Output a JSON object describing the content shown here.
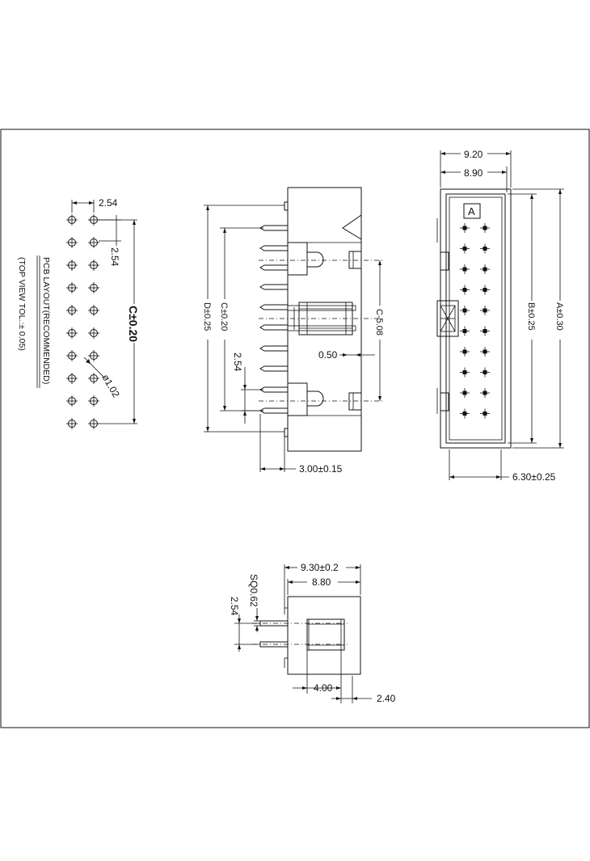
{
  "pcb_layout": {
    "note_line1": "PCB LAYOUT(RECOMMENDED)",
    "note_line2": "(TOP VIEW TOL.:± 0.05)",
    "pitch_top": "2.54",
    "pitch_side": "2.54",
    "hole_diameter": "ø1.02",
    "span": "C±0.20"
  },
  "side_view": {
    "dim_d": "D±0.25",
    "dim_c": "C±0.20",
    "dim_c508": "C-5.08",
    "dim_pitch": "2.54",
    "dim_pin_width": "0.50",
    "dim_tail": "3.00±0.15"
  },
  "front_view": {
    "width_outer": "9.20",
    "width_inner": "8.90",
    "dim_b": "B±0.25",
    "dim_a": "A±0.30",
    "dim_depth": "6.30±0.25",
    "marker_label": "A"
  },
  "end_view": {
    "width_total": "9.30±0.2",
    "width_body": "8.80",
    "pin_square": "SQ0.62",
    "pitch": "2.54",
    "dim_pin_length": "4.00",
    "dim_offset": "2.40"
  }
}
